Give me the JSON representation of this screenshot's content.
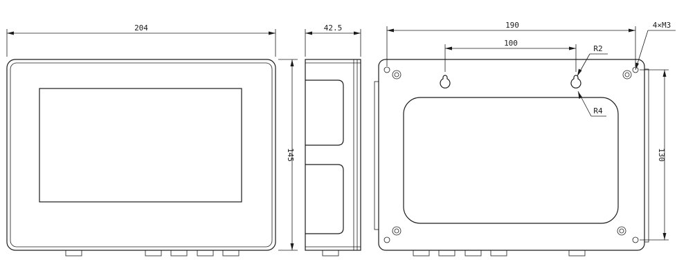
{
  "front_view": {
    "width_label": "204",
    "height_label": "145"
  },
  "side_view": {
    "depth_label": "42.5"
  },
  "rear_view": {
    "hole_spacing_label": "190",
    "keyhole_spacing_label": "100",
    "height_label": "130",
    "hole_callout": "4×M3",
    "small_radius_callout": "R2",
    "large_radius_callout": "R4"
  }
}
